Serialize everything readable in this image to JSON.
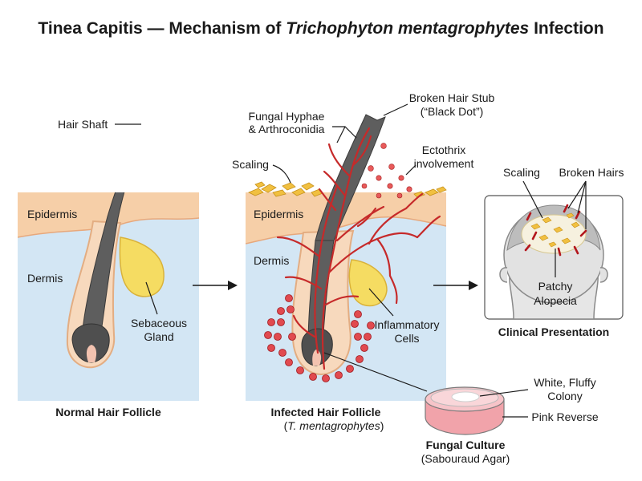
{
  "title": {
    "prefix": "Tinea Capitis — Mechanism of ",
    "italic": "Trichophyton mentagrophytes",
    "suffix": " Infection"
  },
  "panel_normal": {
    "hair_shaft": "Hair Shaft",
    "epidermis": "Epidermis",
    "dermis": "Dermis",
    "sebaceous_line1": "Sebaceous",
    "sebaceous_line2": "Gland",
    "caption": "Normal Hair Follicle"
  },
  "panel_infected": {
    "hyphae_line1": "Fungal Hyphae",
    "hyphae_line2": "& Arthroconidia",
    "broken_line1": "Broken Hair Stub",
    "broken_line2": "(“Black Dot”)",
    "scaling": "Scaling",
    "ecto_line1": "Ectothrix",
    "ecto_line2": "involvement",
    "epidermis": "Epidermis",
    "dermis": "Dermis",
    "inflam_line1": "Inflammatory",
    "inflam_line2": "Cells",
    "caption": "Infected Hair Follicle",
    "subcaption_open": "(",
    "subcaption_italic": "T. mentagrophytes",
    "subcaption_close": ")"
  },
  "panel_clinical": {
    "scaling": "Scaling",
    "broken_hairs": "Broken Hairs",
    "alopecia_line1": "Patchy",
    "alopecia_line2": "Alopecia",
    "caption": "Clinical Presentation"
  },
  "culture": {
    "colony_line1": "White, Fluffy",
    "colony_line2": "Colony",
    "reverse": "Pink Reverse",
    "caption": "Fungal Culture",
    "subcaption": "(Sabouraud Agar)"
  },
  "colors": {
    "epidermis": "#f6cfa8",
    "dermis": "#d3e6f4",
    "hair": "#5e5e5e",
    "hyphae": "#c62a2a",
    "inflammatory": "#d9343a",
    "sebaceous": "#f5dc62",
    "scale": "#f1c040",
    "agar": "#f1a3aa"
  }
}
